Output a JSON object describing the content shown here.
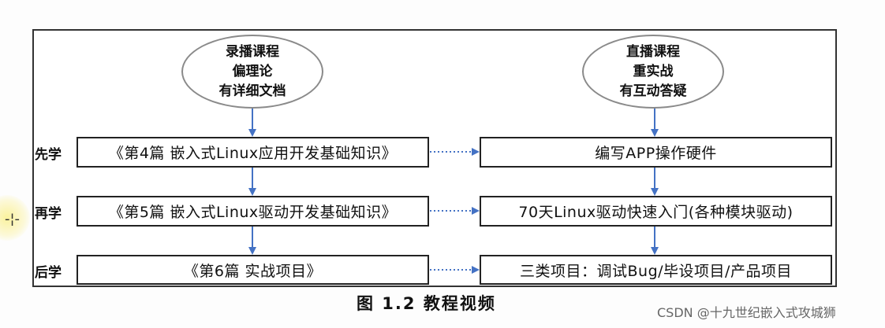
{
  "diagram": {
    "left_ellipse": {
      "lines": [
        "录播课程",
        "偏理论",
        "有详细文档"
      ]
    },
    "right_ellipse": {
      "lines": [
        "直播课程",
        "重实战",
        "有互动答疑"
      ]
    },
    "rows": [
      {
        "label": "先学",
        "left": "《第4篇  嵌入式Linux应用开发基础知识》",
        "right": "编写APP操作硬件"
      },
      {
        "label": "再学",
        "left": "《第5篇  嵌入式Linux驱动开发基础知识》",
        "right": "70天Linux驱动快速入门(各种模块驱动)"
      },
      {
        "label": "后学",
        "left": "《第6篇  实战项目》",
        "right": "三类项目：调试Bug/毕设项目/产品项目"
      }
    ],
    "caption": "图 1.2 教程视频",
    "colors": {
      "arrow": "#4472c4",
      "border": "#222222",
      "ellipse_border": "#8a8a8a"
    }
  },
  "watermark": "CSDN @十九世纪嵌入式攻城狮",
  "cursor_icon": "crosshair-move-icon"
}
